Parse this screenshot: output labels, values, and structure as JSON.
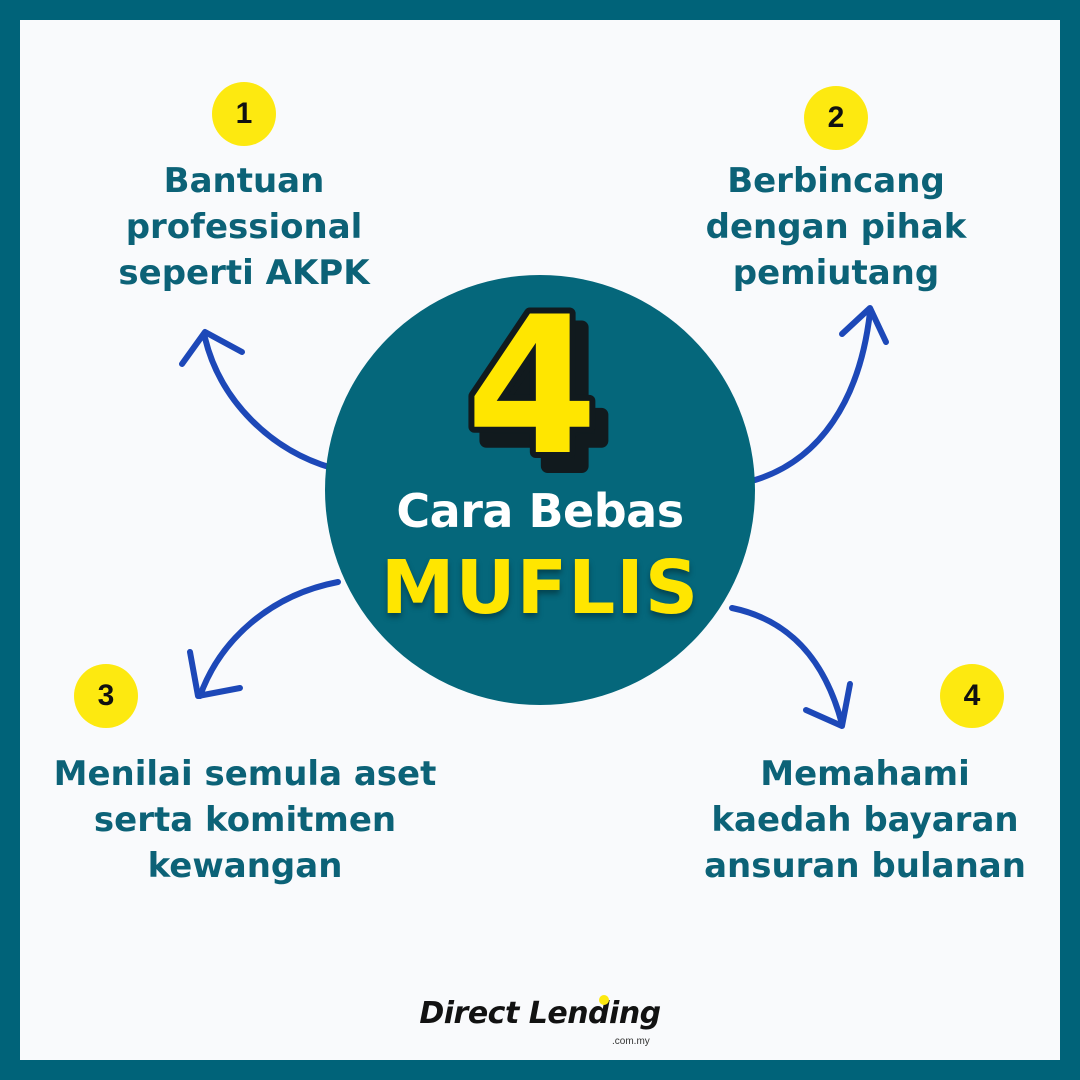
{
  "center": {
    "number": "4",
    "subtitle": "Cara Bebas",
    "title": "MUFLIS"
  },
  "steps": [
    {
      "number": "1",
      "lines": [
        "Bantuan",
        "professional",
        "seperti AKPK"
      ]
    },
    {
      "number": "2",
      "lines": [
        "Berbincang",
        "dengan pihak",
        "pemiutang"
      ]
    },
    {
      "number": "3",
      "lines": [
        "Menilai semula aset",
        "serta komitmen",
        "kewangan"
      ]
    },
    {
      "number": "4",
      "lines": [
        "Memahami",
        "kaedah bayaran",
        "ansuran bulanan"
      ]
    }
  ],
  "brand": {
    "name": "Direct Lending",
    "domain": ".com.my"
  },
  "colors": {
    "frame": "#006379",
    "background": "#f9fafc",
    "circle": "#05677b",
    "accent_yellow": "#fde910",
    "text_teal": "#0c6277",
    "arrow_blue": "#1d48b8"
  },
  "icons": {
    "arrows": [
      "curved-arrow-up-left",
      "curved-arrow-up-right",
      "curved-arrow-down-left",
      "curved-arrow-down-right"
    ]
  }
}
